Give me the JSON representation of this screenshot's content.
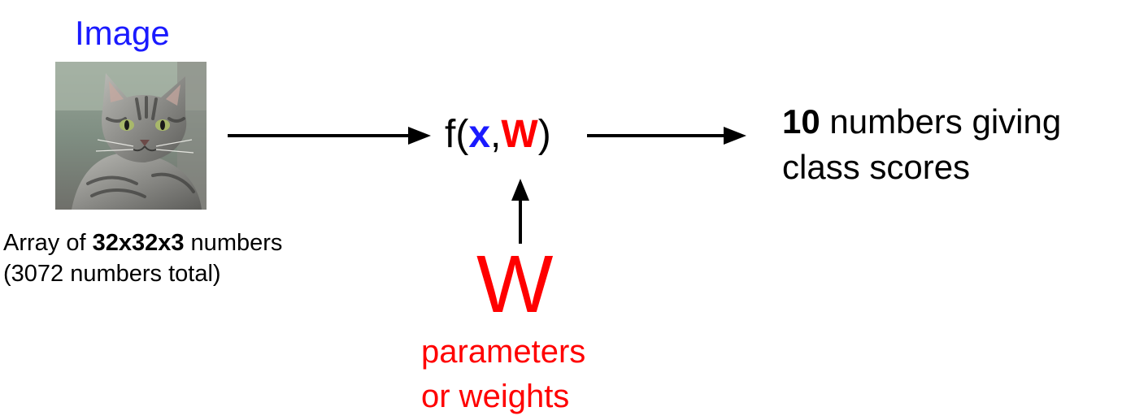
{
  "input": {
    "title": "Image",
    "caption_prefix": "Array of ",
    "caption_bold": "32x32x3",
    "caption_suffix": " numbers",
    "caption_line2": "(3072 numbers total)"
  },
  "function": {
    "open": "f(",
    "x": "x",
    "comma": ",",
    "w": "W",
    "close": ")"
  },
  "output": {
    "bold": "10",
    "line1_rest": " numbers giving",
    "line2": "class scores"
  },
  "weights": {
    "symbol": "W",
    "line1": "parameters",
    "line2": "or weights"
  },
  "colors": {
    "input_blue": "#1a1aff",
    "weight_red": "#ff0000",
    "arrow": "#000000"
  },
  "icons": [
    "cat-photo"
  ]
}
